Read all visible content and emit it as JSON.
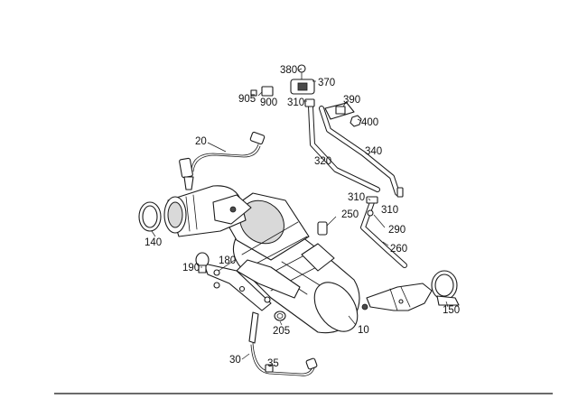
{
  "diagram": {
    "callouts": {
      "c380": "380",
      "c370": "370",
      "c905": "905",
      "c900": "900",
      "c310a": "310",
      "c390": "390",
      "c400": "400",
      "c20": "20",
      "c340": "340",
      "c320": "320",
      "c310b": "310",
      "c310c": "310",
      "c250": "250",
      "c290": "290",
      "c260": "260",
      "c140": "140",
      "c180": "180",
      "c190": "190",
      "c150": "150",
      "c205": "205",
      "c10": "10",
      "c30": "30",
      "c35": "35"
    }
  }
}
